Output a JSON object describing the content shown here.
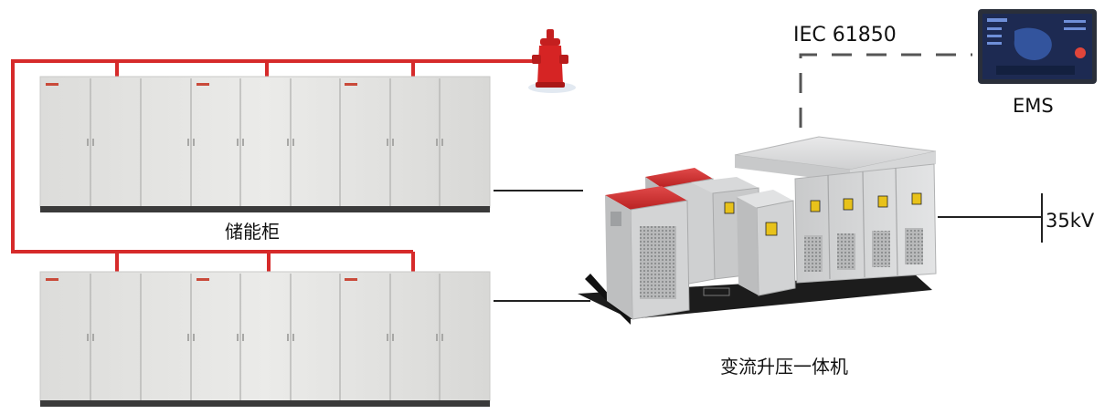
{
  "labels": {
    "protocol": "IEC 61850",
    "ems": "EMS",
    "grid_voltage": "35kV",
    "storage_cabinet": "储能柜",
    "converter_booster": "变流升压一体机"
  },
  "colors": {
    "fire_pipe": "#d62a2a",
    "cabinet_body": "#e6e7e4",
    "cabinet_base": "#3a3a3a",
    "pcs_roof": "#d33a3a",
    "ems_screen": "#1d2a52",
    "wire": "#222222"
  },
  "icons": {
    "fire_hydrant": "fire-hydrant-icon",
    "ems_display": "ems-monitor-icon",
    "warning_sign": "warning-sign-icon"
  }
}
